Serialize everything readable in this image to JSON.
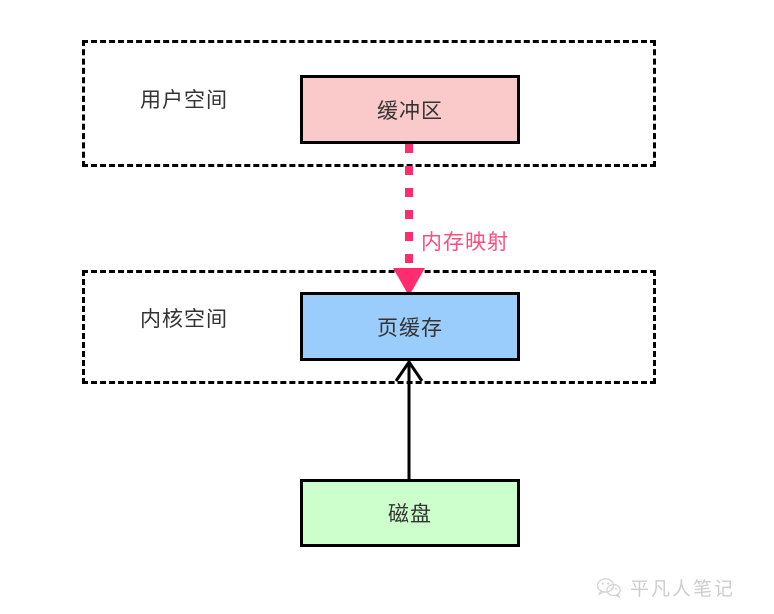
{
  "diagram": {
    "title": "mmap page cache diagram",
    "background": "#ffffff",
    "zones": [
      {
        "id": "user-space",
        "label": "用户空间",
        "border": "dashed",
        "border_color": "#000000"
      },
      {
        "id": "kernel-space",
        "label": "内核空间",
        "border": "dashed",
        "border_color": "#000000"
      }
    ],
    "nodes": [
      {
        "id": "buffer",
        "label": "缓冲区",
        "fill": "#FAC9C9",
        "stroke": "#000000"
      },
      {
        "id": "page-cache",
        "label": "页缓存",
        "fill": "#9ACDFC",
        "stroke": "#000000"
      },
      {
        "id": "disk",
        "label": "磁盘",
        "fill": "#CCFFCC",
        "stroke": "#000000"
      }
    ],
    "edges": [
      {
        "id": "mmap-edge",
        "from": "buffer",
        "to": "page-cache",
        "label": "内存映射",
        "style": "dashed",
        "color": "#FF2D6F",
        "label_color": "#FF4D7E",
        "arrow": "filled"
      },
      {
        "id": "disk-edge",
        "from": "disk",
        "to": "page-cache",
        "label": "",
        "style": "solid",
        "color": "#000000",
        "arrow": "open"
      }
    ]
  },
  "watermark": {
    "icon": "wechat-icon",
    "text": "平凡人笔记",
    "color": "#8a8a8a"
  }
}
